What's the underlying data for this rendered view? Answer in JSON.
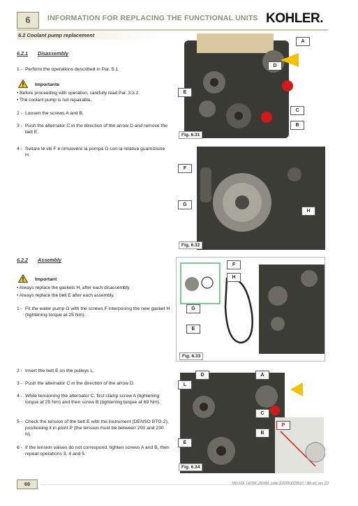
{
  "header": {
    "chapter": "6",
    "title": "INFORMATION FOR REPLACING THE FUNCTIONAL UNITS",
    "logo": "KOHLER."
  },
  "section": {
    "title": "6.2 Coolant pump replacement"
  },
  "disassembly": {
    "number": "6.2.1",
    "title": "Disassembly",
    "step1": {
      "n": "1 -",
      "text": "Perform the operations described in Par. 5.1."
    },
    "important_label": "Importante",
    "notes": [
      "• Before proceeding with operation, carefully read Par. 3.3.2.",
      "• The coolant pump is not repairable."
    ],
    "steps": [
      {
        "n": "2 -",
        "text": "Loosen the screws A and B."
      },
      {
        "n": "3 -",
        "text": "Push the alternator C in the direction of the arrow D and remove the belt E."
      },
      {
        "n": "4 -",
        "text": "Svitare le viti F e rimuovere la pompa G con la relativa guarnizione H."
      }
    ]
  },
  "assembly": {
    "number": "6.2.2",
    "title": "Assembly",
    "important_label": "Important",
    "notes": [
      "• Always replace the gaskets H, after each disassembly.",
      "• Always replace the belt E after each assembly."
    ],
    "step1": {
      "n": "1 -",
      "text": "Fit the water pump G with the screws F interposing the new gasket H (tightening torque at 25 Nm)."
    },
    "steps": [
      {
        "n": "2 -",
        "text": "Insert the belt E on the pulleys L."
      },
      {
        "n": "3 -",
        "text": "Push the alternator C in the direction of the arrow D."
      },
      {
        "n": "4 -",
        "text": "While tensioning the alternator C, first clamp screw A (tightening torque at 25 Nm) and then screw B (tightening torque at 69 Nm)."
      },
      {
        "n": "5 -",
        "text": "Check the tension of the belt E with the instrument (DENSO BTG-2), positioning it in point P (the tension must be between 200 and 230 N)."
      },
      {
        "n": "6 -",
        "text": "If the tension values do not correspond, tighten screws A and B, then repeat operations 3, 4 and 5."
      }
    ]
  },
  "figures": {
    "fig31": {
      "label": "Fig. 6.31",
      "callouts": [
        "A",
        "D",
        "E",
        "C",
        "B"
      ]
    },
    "fig32": {
      "label": "Fig. 6.32",
      "callouts": [
        "F",
        "G",
        "H"
      ]
    },
    "fig33": {
      "label": "Fig. 6.33",
      "callouts": [
        "F",
        "H",
        "G",
        "E"
      ]
    },
    "fig34": {
      "label": "Fig. 6.34",
      "callouts": [
        "D",
        "A",
        "L",
        "C",
        "P",
        "B",
        "E"
      ]
    }
  },
  "footer": {
    "page": "66",
    "doc": "MO KDI 1903M_2504M_code ED0053029510 - 4th ed_rev. 03"
  },
  "colors": {
    "accent_yellow": "#f2c200",
    "warning_red": "#d21a1a",
    "engine_grey": "#4a4a44"
  }
}
